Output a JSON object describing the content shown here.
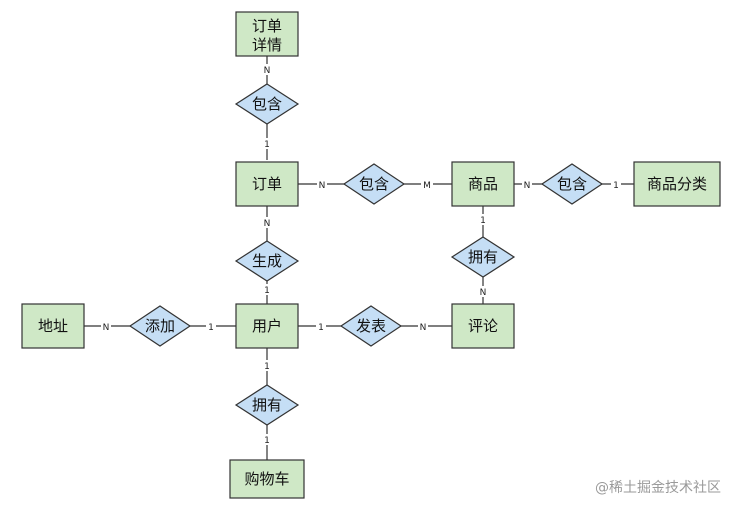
{
  "entities": {
    "order_detail": [
      "订单",
      "详情"
    ],
    "order": "订单",
    "product": "商品",
    "category": "商品分类",
    "user": "用户",
    "review": "评论",
    "address": "地址",
    "cart": "购物车"
  },
  "relations": {
    "contains_detail": "包含",
    "contains_product": "包含",
    "contains_category": "包含",
    "generates": "生成",
    "has_review": "拥有",
    "publishes": "发表",
    "adds": "添加",
    "has_cart": "拥有"
  },
  "cardinalities": {
    "detail_side": "N",
    "detail_order_side": "1",
    "order_prod_order_side": "N",
    "order_prod_product_side": "M",
    "prod_cat_product_side": "N",
    "prod_cat_category_side": "1",
    "gen_order_side": "N",
    "gen_user_side": "1",
    "rev_product_side": "1",
    "rev_review_side": "N",
    "pub_user_side": "1",
    "pub_review_side": "N",
    "add_address_side": "N",
    "add_user_side": "1",
    "cart_user_side": "1",
    "cart_cart_side": "1"
  },
  "watermark": "@稀土掘金技术社区"
}
